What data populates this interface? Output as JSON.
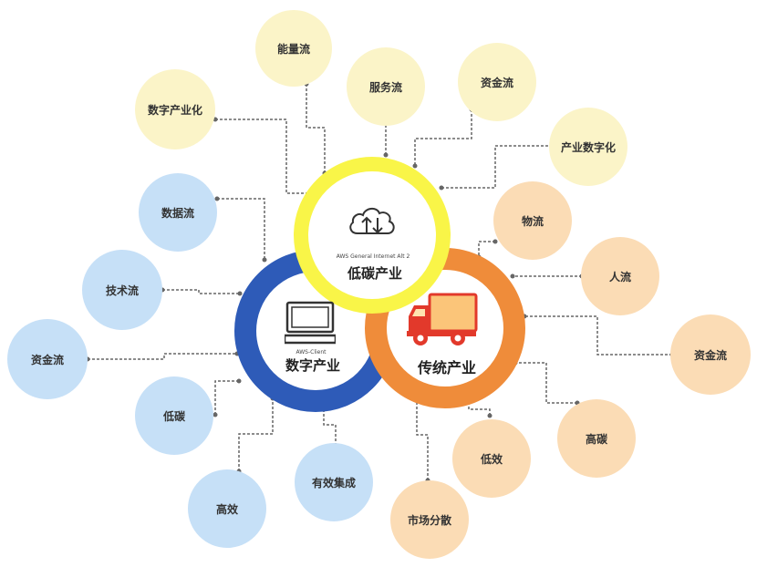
{
  "colors": {
    "blue_bubble": "#c6e0f7",
    "yellow_bubble": "#fbf4c8",
    "orange_bubble": "#fbdcb5",
    "blue_ring": "#2e5bb8",
    "yellow_ring": "#f9f548",
    "orange_ring": "#ef8c3a",
    "connector": "#666666"
  },
  "hubs": {
    "lowcarbon": {
      "label": "低碳产业",
      "caption": "AWS General Internet Alt 2",
      "icon": "cloud-sync-icon"
    },
    "digital": {
      "label": "数字产业",
      "caption": "AWS-Client",
      "icon": "computer-monitor-icon"
    },
    "traditional": {
      "label": "传统产业",
      "icon": "delivery-truck-icon"
    }
  },
  "bubbles": {
    "energy_flow": "能量流",
    "service_flow": "服务流",
    "capital_flow_top": "资金流",
    "digital_industrialization": "数字产业化",
    "industrial_digitalization": "产业数字化",
    "data_flow": "数据流",
    "tech_flow": "技术流",
    "capital_flow_left": "资金流",
    "low_carbon": "低碳",
    "high_efficiency": "高效",
    "effective_integration": "有效集成",
    "logistics": "物流",
    "people_flow": "人流",
    "capital_flow_right": "资金流",
    "high_carbon": "高碳",
    "low_efficiency": "低效",
    "market_fragmentation": "市场分散"
  }
}
